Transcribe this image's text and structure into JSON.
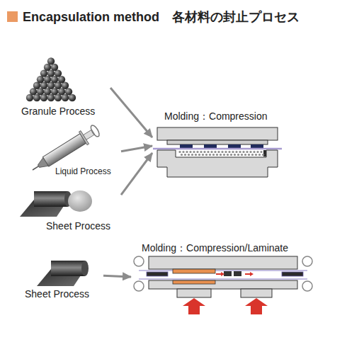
{
  "diagram": {
    "title": "Encapsulation method　各材料の封止プロセス",
    "nodes": [
      {
        "text": [
          "Granule Process"
        ]
      },
      {
        "text": [
          "Liquid Process"
        ]
      },
      {
        "text": [
          "Sheet Process"
        ]
      },
      {
        "text": [
          "Molding：Compression"
        ]
      },
      {
        "text": [
          "Sheet Process"
        ]
      },
      {
        "text": [
          "Molding：Compression/Laminate"
        ]
      }
    ],
    "edges": [
      {
        "from": 0,
        "to": 3,
        "arrow": "to"
      },
      {
        "from": 1,
        "to": 3,
        "arrow": "to"
      },
      {
        "from": 2,
        "to": 3,
        "arrow": "to"
      },
      {
        "from": 4,
        "to": 5,
        "arrow": "to"
      }
    ]
  }
}
